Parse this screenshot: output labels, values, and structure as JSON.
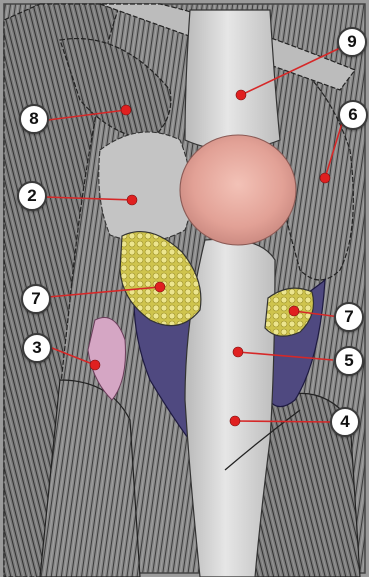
{
  "colors": {
    "muscle": "#7d7d7d",
    "bone": "#d6d6d6",
    "cartilage": "#e8a39a",
    "fat_pad": "#d9cf56",
    "bursa": "#4f4980",
    "tendon_pink": "#d5a6c4",
    "leader_line": "#d62828",
    "marker": "#e02020"
  },
  "callouts": [
    {
      "id": "c8",
      "number": "8"
    },
    {
      "id": "c9",
      "number": "9"
    },
    {
      "id": "c6",
      "number": "6"
    },
    {
      "id": "c2",
      "number": "2"
    },
    {
      "id": "c7a",
      "number": "7"
    },
    {
      "id": "c7b",
      "number": "7"
    },
    {
      "id": "c3",
      "number": "3"
    },
    {
      "id": "c5",
      "number": "5"
    },
    {
      "id": "c4",
      "number": "4"
    }
  ]
}
